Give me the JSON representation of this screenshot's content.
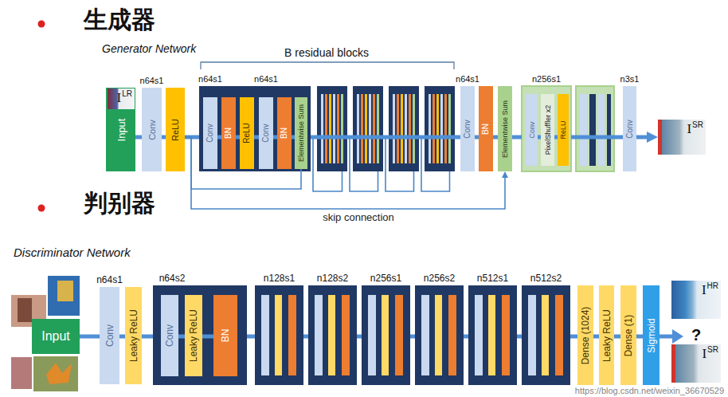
{
  "diagram": {
    "nodes": [
      {
        "text": [
          "Input"
        ]
      },
      {
        "text": [
          "I",
          "LR"
        ]
      },
      {
        "text": [
          "n64s1",
          "Conv"
        ]
      },
      {
        "text": [
          "ReLU"
        ]
      },
      {
        "text": [
          "n64s1",
          "n64s1"
        ]
      },
      {
        "text": [
          "Conv"
        ],
        "in": 4
      },
      {
        "text": [
          "BN"
        ],
        "in": 4
      },
      {
        "text": [
          "ReLU"
        ],
        "in": 4
      },
      {
        "text": [
          "Conv"
        ],
        "in": 4
      },
      {
        "text": [
          "BN"
        ],
        "in": 4
      },
      {
        "text": [
          "Elementwise Sum"
        ],
        "in": 4
      },
      {
        "text": [
          "n64s1",
          "Conv"
        ]
      },
      {
        "text": [
          "BN"
        ]
      },
      {
        "text": [
          "Elementwise Sum"
        ]
      },
      {
        "text": [
          "n256s1"
        ]
      },
      {
        "text": [
          "Conv"
        ],
        "in": 14
      },
      {
        "text": [
          "PixelShuffler x2"
        ],
        "in": 14
      },
      {
        "text": [
          "ReLU"
        ],
        "in": 14
      },
      {
        "text": [
          "n3s1",
          "Conv"
        ]
      },
      {
        "text": [
          "I",
          "SR"
        ]
      },
      {
        "text": [
          "Input"
        ]
      },
      {
        "text": [
          "n64s1",
          "Conv"
        ]
      },
      {
        "text": [
          "Leaky ReLU"
        ]
      },
      {
        "text": [
          "n64s2"
        ]
      },
      {
        "text": [
          "Conv"
        ],
        "in": 23
      },
      {
        "text": [
          "Leaky ReLU"
        ],
        "in": 23
      },
      {
        "text": [
          "BN"
        ],
        "in": 23
      },
      {
        "text": [
          "n128s1"
        ]
      },
      {
        "text": [
          "n128s2"
        ]
      },
      {
        "text": [
          "n256s1"
        ]
      },
      {
        "text": [
          "n256s2"
        ]
      },
      {
        "text": [
          "n512s1"
        ]
      },
      {
        "text": [
          "n512s2"
        ]
      },
      {
        "text": [
          "Dense (1024)"
        ]
      },
      {
        "text": [
          "Leaky ReLU"
        ]
      },
      {
        "text": [
          "Dense (1)"
        ]
      },
      {
        "text": [
          "Sigmoid"
        ]
      },
      {
        "text": [
          "I",
          "HR"
        ]
      },
      {
        "text": [
          "I",
          "SR"
        ]
      }
    ],
    "edges": [
      {
        "from": 0,
        "to": 2,
        "arrow": "none"
      },
      {
        "from": 2,
        "to": 3,
        "arrow": "none"
      },
      {
        "from": 3,
        "to": 4,
        "arrow": "none"
      },
      {
        "from": 5,
        "to": 6,
        "arrow": "none"
      },
      {
        "from": 6,
        "to": 7,
        "arrow": "none"
      },
      {
        "from": 7,
        "to": 8,
        "arrow": "none"
      },
      {
        "from": 8,
        "to": 9,
        "arrow": "none"
      },
      {
        "from": 9,
        "to": 10,
        "arrow": "none"
      },
      {
        "from": 4,
        "to": 11,
        "arrow": "none"
      },
      {
        "from": 11,
        "to": 12,
        "arrow": "none"
      },
      {
        "from": 12,
        "to": 13,
        "arrow": "none"
      },
      {
        "from": 13,
        "to": 14,
        "arrow": "none"
      },
      {
        "from": 15,
        "to": 16,
        "arrow": "none"
      },
      {
        "from": 16,
        "to": 17,
        "arrow": "none"
      },
      {
        "from": 14,
        "to": 18,
        "arrow": "none"
      },
      {
        "from": 18,
        "to": 19,
        "arrow": "to"
      },
      {
        "from": 3,
        "to": 10,
        "arrow": "none"
      },
      {
        "from": 3,
        "to": 13,
        "label": "skip connection",
        "arrow": "to"
      },
      {
        "from": 20,
        "to": 21,
        "arrow": "none"
      },
      {
        "from": 21,
        "to": 22,
        "arrow": "none"
      },
      {
        "from": 22,
        "to": 23,
        "arrow": "none"
      },
      {
        "from": 24,
        "to": 25,
        "arrow": "none"
      },
      {
        "from": 25,
        "to": 26,
        "arrow": "none"
      },
      {
        "from": 23,
        "to": 27,
        "arrow": "none"
      },
      {
        "from": 27,
        "to": 28,
        "arrow": "none"
      },
      {
        "from": 28,
        "to": 29,
        "arrow": "none"
      },
      {
        "from": 29,
        "to": 30,
        "arrow": "none"
      },
      {
        "from": 30,
        "to": 31,
        "arrow": "none"
      },
      {
        "from": 31,
        "to": 32,
        "arrow": "none"
      },
      {
        "from": 32,
        "to": 33,
        "arrow": "none"
      },
      {
        "from": 33,
        "to": 34,
        "arrow": "none"
      },
      {
        "from": 34,
        "to": 35,
        "arrow": "none"
      },
      {
        "from": 35,
        "to": 36,
        "arrow": "none"
      }
    ],
    "labels": [
      "生成器",
      "Generator Network",
      "B residual blocks",
      "判别器",
      "Discriminator Network",
      "?",
      "https://blog.csdn.net/weixin_36670529"
    ]
  }
}
